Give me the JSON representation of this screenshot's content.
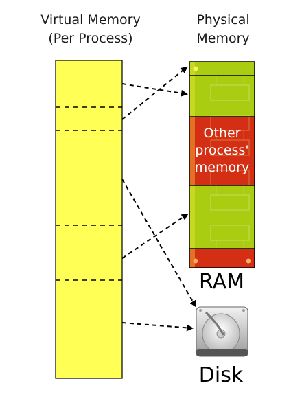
{
  "virtual_memory": {
    "title_line1": "Virtual Memory",
    "title_line2": "(Per Process)"
  },
  "physical_memory": {
    "title_line1": "Physical",
    "title_line2": "Memory",
    "other_block_lines": [
      "Other",
      "process'",
      "memory"
    ],
    "ram_label": "RAM"
  },
  "disk": {
    "label": "Disk",
    "icon": "hard-disk-icon"
  },
  "colors": {
    "virtual_memory_fill": "#ffff55",
    "ram_free_fill": "#aacc11",
    "ram_used_fill": "#d42e14",
    "arrow": "#000000"
  }
}
